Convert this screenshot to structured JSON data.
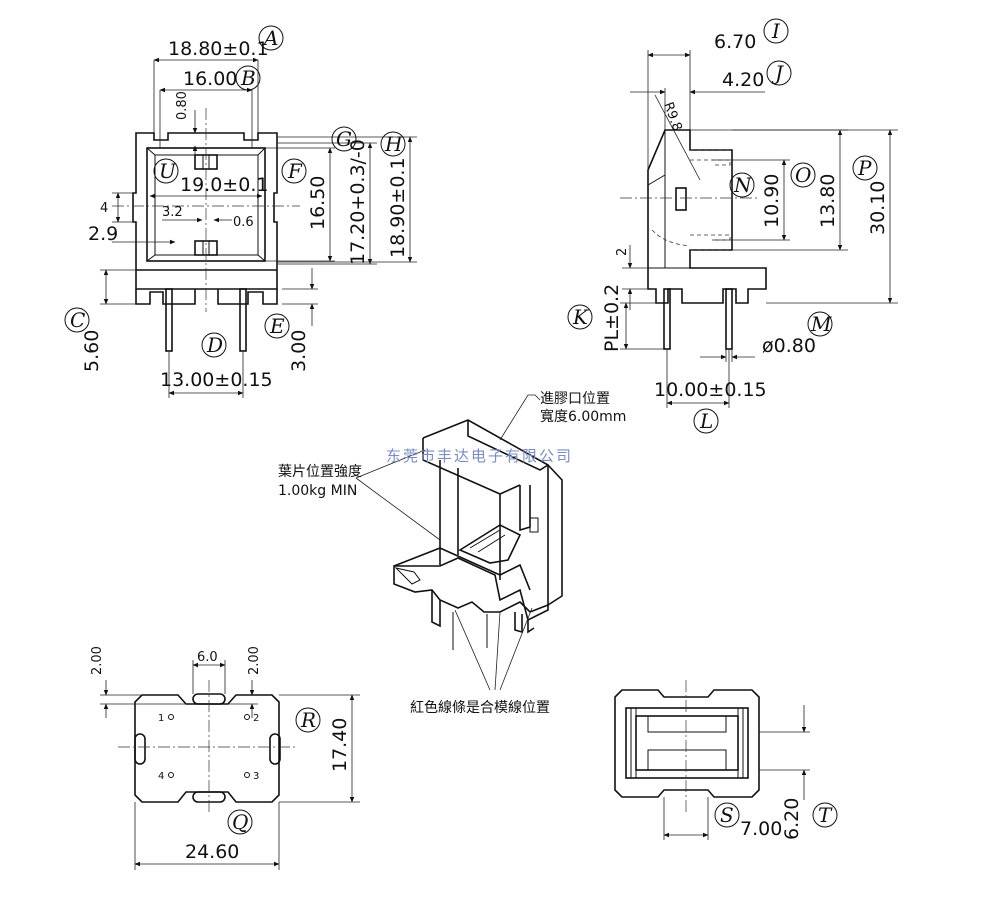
{
  "dimensions": {
    "a_width": "18.80±0.1",
    "b_width": "16.00",
    "slot_depth": "0.80",
    "u_width": "19.0±0.1",
    "slot_32": "3.2",
    "slot_06": "0.6",
    "h4": "4",
    "h29": "2.9",
    "f_height": "16.50",
    "g_height": "17.20+0.3/-0",
    "h_height": "18.90±0.1",
    "c_height": "5.60",
    "d_pitch": "13.00±0.15",
    "e_height": "3.00",
    "i_width": "6.70",
    "j_width": "4.20",
    "radius": "R9.8",
    "n_height": "10.90",
    "o_height": "13.80",
    "p_height": "30.10",
    "k_step": "2",
    "pl": "PL±0.2",
    "m_pin": "ø0.80",
    "l_pitch": "10.00±0.15",
    "b_t1": "2.00",
    "b_t2": "2.00",
    "b_slot": "6.0",
    "r_height": "17.40",
    "q_width": "24.60",
    "s_width": "7.00",
    "t_height": "6.20"
  },
  "letters": {
    "A": "A",
    "B": "B",
    "C": "C",
    "D": "D",
    "E": "E",
    "F": "F",
    "G": "G",
    "H": "H",
    "I": "I",
    "J": "J",
    "K": "K",
    "L": "L",
    "M": "M",
    "N": "N",
    "O": "O",
    "P": "P",
    "Q": "Q",
    "R": "R",
    "S": "S",
    "T": "T",
    "U": "U"
  },
  "pin_numbers": {
    "p1": "1",
    "p2": "2",
    "p3": "3",
    "p4": "4"
  },
  "notes": {
    "gate_line1": "進膠口位置",
    "gate_line2": "寬度6.00mm",
    "blade_line1": "葉片位置強度",
    "blade_line2": "1.00kg MIN",
    "parting": "紅色線條是合模線位置"
  },
  "watermark": "东莞市丰达电子有限公司"
}
